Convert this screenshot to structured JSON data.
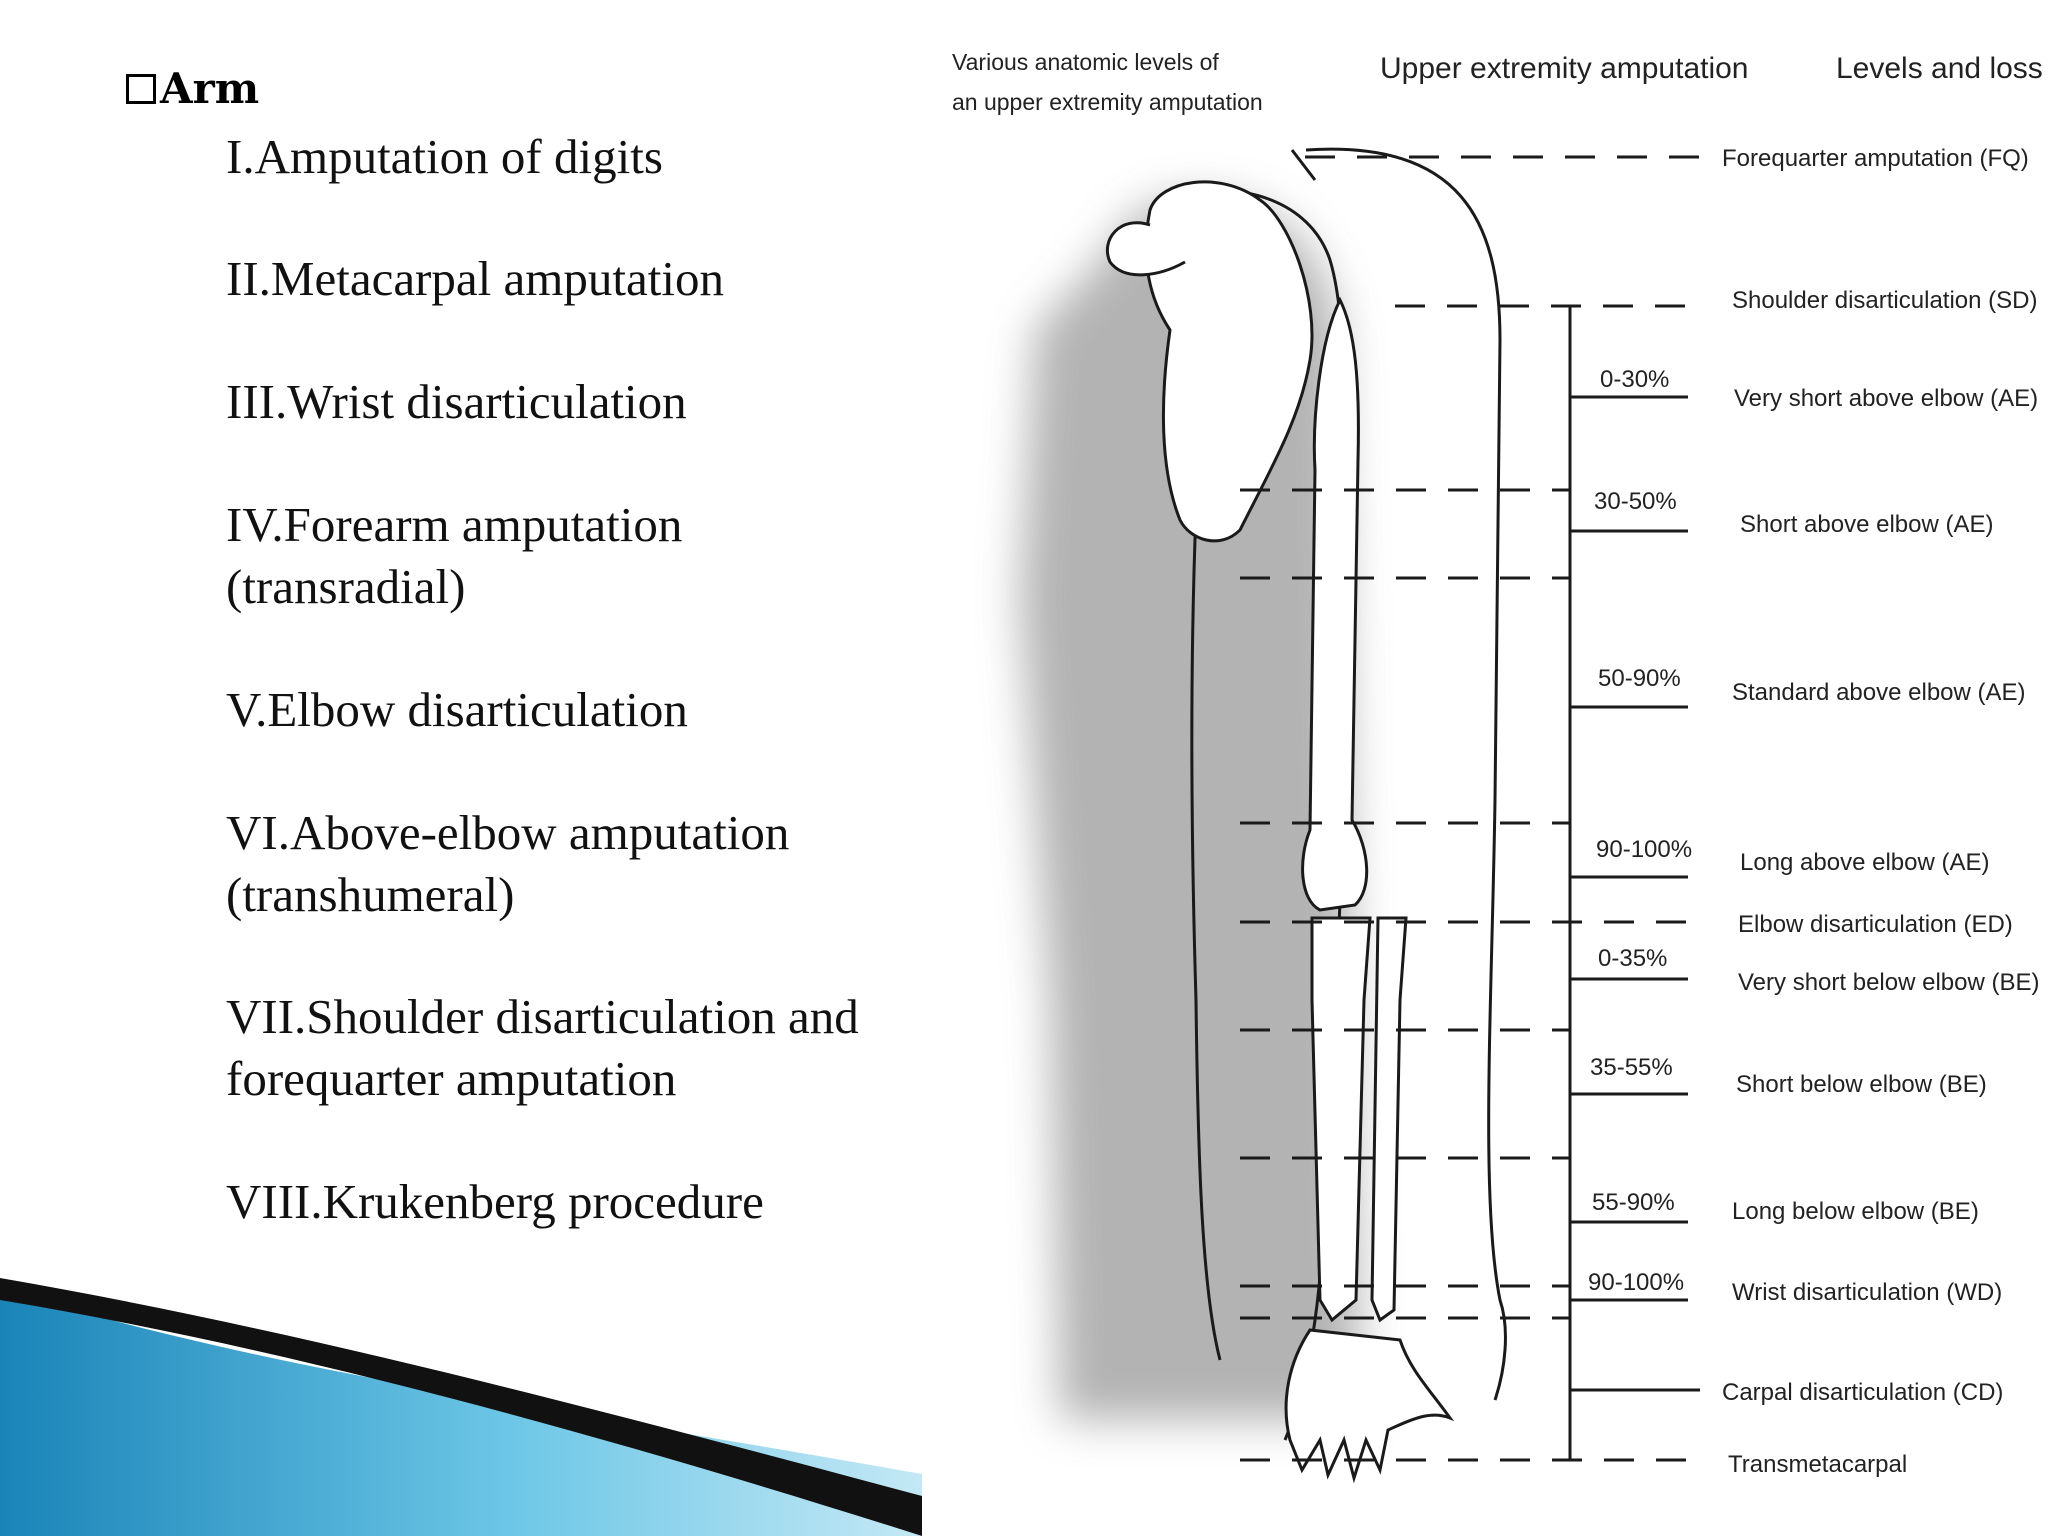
{
  "slide": {
    "heading": "Arm",
    "items": [
      "I.Amputation of digits",
      "II.Metacarpal amputation",
      "III.Wrist disarticulation",
      "IV.Forearm amputation",
      "(transradial)",
      "V.Elbow disarticulation",
      "VI.Above-elbow amputation",
      "(transhumeral)",
      "VII.Shoulder disarticulation and",
      "forequarter amputation",
      "VIII.Krukenberg procedure"
    ]
  },
  "diagram": {
    "note_line1": "Various  anatomic levels of",
    "note_line2": "an upper extremity amputation",
    "header_middle": "Upper extremity amputation",
    "header_right": "Levels and loss",
    "levels": [
      {
        "name": "Forequarter amputation (FQ)"
      },
      {
        "name": "Shoulder disarticulation (SD)"
      },
      {
        "name": "Very short above elbow (AE)",
        "pct": "0-30%"
      },
      {
        "name": "Short above elbow (AE)",
        "pct": "30-50%"
      },
      {
        "name": "Standard above elbow (AE)",
        "pct": "50-90%"
      },
      {
        "name": "Long above elbow (AE)",
        "pct": "90-100%"
      },
      {
        "name": "Elbow disarticulation (ED)"
      },
      {
        "name": "Very short below elbow (BE)",
        "pct": "0-35%"
      },
      {
        "name": "Short below elbow (BE)",
        "pct": "35-55%"
      },
      {
        "name": "Long below elbow (BE)",
        "pct": "55-90%"
      },
      {
        "name": "Wrist disarticulation (WD)",
        "pct": "90-100%"
      },
      {
        "name": "Carpal disarticulation (CD)"
      },
      {
        "name": "Transmetacarpal"
      }
    ]
  },
  "colors": {
    "swoosh_dark": "#111111",
    "swoosh_blue": "#1a84b8",
    "swoosh_light": "#6cc6e6",
    "line": "#1a1a1a"
  }
}
